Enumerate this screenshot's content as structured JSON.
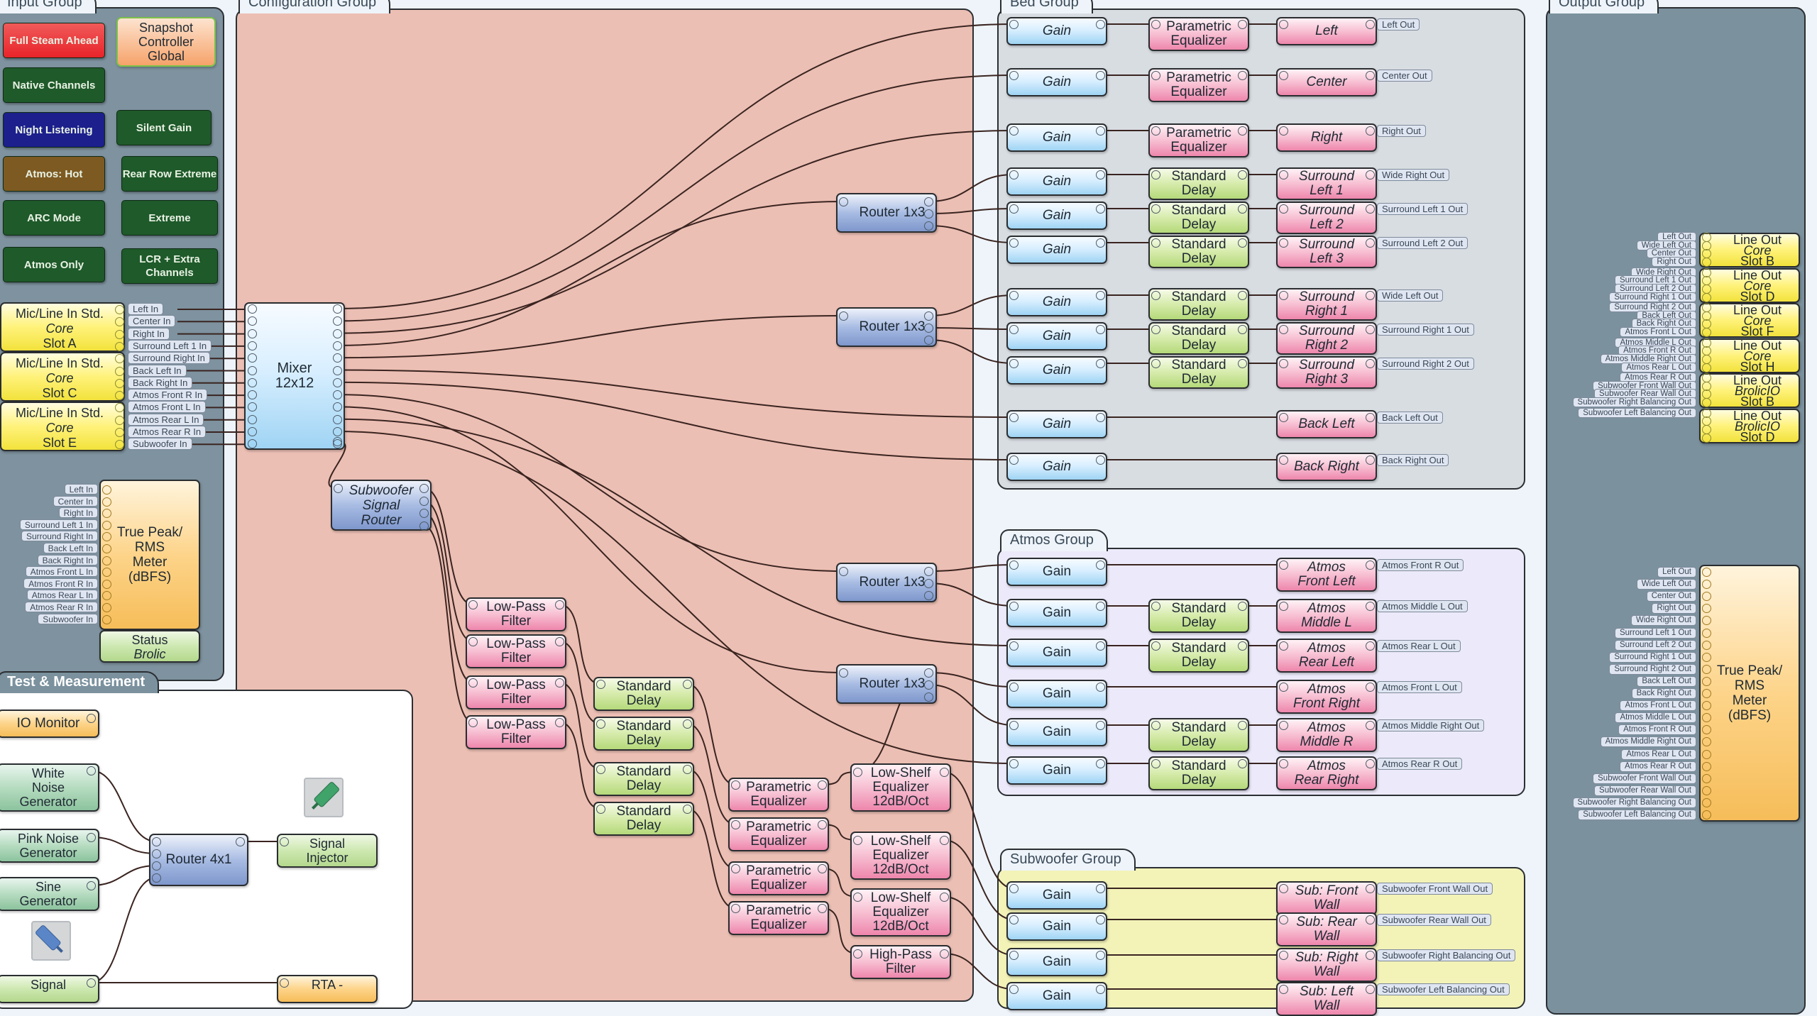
{
  "groups": {
    "input": "Input Group",
    "configuration": "Configuration Group",
    "bed": "Bed Group",
    "atmos": "Atmos Group",
    "subwoofer": "Subwoofer Group",
    "output": "Output Group",
    "test": "Test & Measurement"
  },
  "snapshots": [
    {
      "label": "Full Steam Ahead",
      "color": "#e8242a"
    },
    {
      "label": "Native Channels",
      "color": "#1f5a2a"
    },
    {
      "label": "Night Listening",
      "color": "#1c1f8c"
    },
    {
      "label": "Silent Gain",
      "color": "#1f5a2a"
    },
    {
      "label": "Atmos: Hot",
      "color": "#7d5a22"
    },
    {
      "label": "Rear Row Extreme",
      "color": "#1f5a2a"
    },
    {
      "label": "ARC Mode",
      "color": "#1f5a2a"
    },
    {
      "label": "Extreme",
      "color": "#1f5a2a"
    },
    {
      "label": "Atmos Only",
      "color": "#1f5a2a"
    },
    {
      "label": "LCR + Extra Channels",
      "color": "#1f5a2a"
    }
  ],
  "snapshot_controller": "Snapshot\nController\nGlobal",
  "inputs": {
    "blocks": [
      {
        "title": "Mic/Line In Std.",
        "sub": "Core",
        "slot": "Slot A"
      },
      {
        "title": "Mic/Line In Std.",
        "sub": "Core",
        "slot": "Slot C"
      },
      {
        "title": "Mic/Line In Std.",
        "sub": "Core",
        "slot": "Slot E"
      }
    ],
    "channels": [
      "Left In",
      "Center In",
      "Right In",
      "Surround Left 1 In",
      "Surround Right In",
      "Back Left In",
      "Back Right In",
      "Atmos Front R In",
      "Atmos Front L In",
      "Atmos Rear L In",
      "Atmos Rear R In",
      "Subwoofer In"
    ]
  },
  "input_meter": {
    "label": "True Peak/\nRMS\nMeter\n(dBFS)",
    "channels": [
      "Left In",
      "Center In",
      "Right In",
      "Surround Left 1 In",
      "Surround Right In",
      "Back Left In",
      "Back Right In",
      "Atmos Front L In",
      "Atmos Front R In",
      "Atmos Rear L In",
      "Atmos Rear R In",
      "Subwoofer In"
    ],
    "status": "Status",
    "status_sub": "Brolic"
  },
  "config": {
    "mixer": "Mixer\n12x12",
    "sub_router": "Subwoofer\nSignal\nRouter",
    "router1x3": "Router 1x3",
    "low_pass": "Low-Pass\nFilter",
    "std_delay": "Standard\nDelay",
    "param_eq": "Parametric\nEqualizer",
    "low_shelf": "Low-Shelf\nEqualizer\n12dB/Oct",
    "high_pass": "High-Pass\nFilter"
  },
  "bed": {
    "gain": "Gain",
    "rows": [
      {
        "proc": "Parametric\nEqualizer",
        "out": "Left",
        "tag": "Left Out"
      },
      {
        "proc": "Parametric\nEqualizer",
        "out": "Center",
        "tag": "Center Out"
      },
      {
        "proc": "Parametric\nEqualizer",
        "out": "Right",
        "tag": "Right Out"
      },
      {
        "proc": "Standard\nDelay",
        "out": "Surround\nLeft 1",
        "tag": "Wide Right Out"
      },
      {
        "proc": "Standard\nDelay",
        "out": "Surround\nLeft 2",
        "tag": "Surround Left 1 Out"
      },
      {
        "proc": "Standard\nDelay",
        "out": "Surround\nLeft 3",
        "tag": "Surround Left 2 Out"
      },
      {
        "proc": "Standard\nDelay",
        "out": "Surround\nRight 1",
        "tag": "Wide Left Out"
      },
      {
        "proc": "Standard\nDelay",
        "out": "Surround\nRight 2",
        "tag": "Surround Right 1 Out"
      },
      {
        "proc": "Standard\nDelay",
        "out": "Surround\nRight 3",
        "tag": "Surround Right 2 Out"
      },
      {
        "proc": "",
        "out": "Back Left",
        "tag": "Back Left Out"
      },
      {
        "proc": "",
        "out": "Back Right",
        "tag": "Back Right Out"
      }
    ]
  },
  "atmos": {
    "rows": [
      {
        "proc": "",
        "out": "Atmos\nFront Left",
        "tag": "Atmos Front R Out"
      },
      {
        "proc": "Standard\nDelay",
        "out": "Atmos\nMiddle L",
        "tag": "Atmos Middle L Out"
      },
      {
        "proc": "Standard\nDelay",
        "out": "Atmos\nRear Left",
        "tag": "Atmos Rear L Out"
      },
      {
        "proc": "",
        "out": "Atmos\nFront Right",
        "tag": "Atmos Front L Out"
      },
      {
        "proc": "Standard\nDelay",
        "out": "Atmos\nMiddle R",
        "tag": "Atmos Middle Right Out"
      },
      {
        "proc": "Standard\nDelay",
        "out": "Atmos\nRear Right",
        "tag": "Atmos Rear R Out"
      }
    ]
  },
  "subwoofer": {
    "rows": [
      {
        "out": "Sub: Front\nWall",
        "tag": "Subwoofer Front Wall Out"
      },
      {
        "out": "Sub: Rear\nWall",
        "tag": "Subwoofer Rear Wall Out"
      },
      {
        "out": "Sub: Right\nWall",
        "tag": "Subwoofer Right Balancing Out"
      },
      {
        "out": "Sub: Left\nWall",
        "tag": "Subwoofer Left Balancing Out"
      }
    ]
  },
  "outputs": {
    "blocks": [
      {
        "title": "Line Out",
        "sub": "Core",
        "slot": "Slot B"
      },
      {
        "title": "Line Out",
        "sub": "Core",
        "slot": "Slot D"
      },
      {
        "title": "Line Out",
        "sub": "Core",
        "slot": "Slot F"
      },
      {
        "title": "Line Out",
        "sub": "Core",
        "slot": "Slot H"
      },
      {
        "title": "Line Out",
        "sub": "BrolicIO",
        "slot": "Slot B"
      },
      {
        "title": "Line Out",
        "sub": "BrolicIO",
        "slot": "Slot D"
      }
    ],
    "channels": [
      "Left Out",
      "Wide Left Out",
      "Center Out",
      "Right Out",
      "Wide Right Out",
      "Surround Left 1 Out",
      "Surround Left 2 Out",
      "Surround Right 1 Out",
      "Surround Right 2 Out",
      "Back Left Out",
      "Back Right Out",
      "Atmos Front L Out",
      "Atmos Middle L Out",
      "Atmos Front R Out",
      "Atmos Middle Right Out",
      "Atmos Rear L Out",
      "Atmos Rear R Out",
      "Subwoofer Front Wall Out",
      "Subwoofer Rear Wall Out",
      "Subwoofer Right Balancing Out",
      "Subwoofer Left Balancing Out"
    ]
  },
  "output_meter": {
    "label": "True Peak/\nRMS\nMeter\n(dBFS)",
    "channels": [
      "Left Out",
      "Wide Left Out",
      "Center Out",
      "Right Out",
      "Wide Right Out",
      "Surround Left 1 Out",
      "Surround Left 2 Out",
      "Surround Right 1 Out",
      "Surround Right 2 Out",
      "Back Left Out",
      "Back Right Out",
      "Atmos Front L Out",
      "Atmos Middle L Out",
      "Atmos Front R Out",
      "Atmos Middle Right Out",
      "Atmos Rear L Out",
      "Atmos Rear R Out",
      "Subwoofer Front Wall Out",
      "Subwoofer Rear Wall Out",
      "Subwoofer Right Balancing Out",
      "Subwoofer Left Balancing Out"
    ]
  },
  "test": {
    "io_monitor": "IO Monitor",
    "white_noise": "White\nNoise\nGenerator",
    "pink_noise": "Pink Noise\nGenerator",
    "sine": "Sine\nGenerator",
    "signal": "Signal",
    "router4x1": "Router 4x1",
    "injector": "Signal\nInjector",
    "rta": "RTA -",
    "probe_icon": "probe-icon",
    "injector_icon": "injector-icon"
  }
}
